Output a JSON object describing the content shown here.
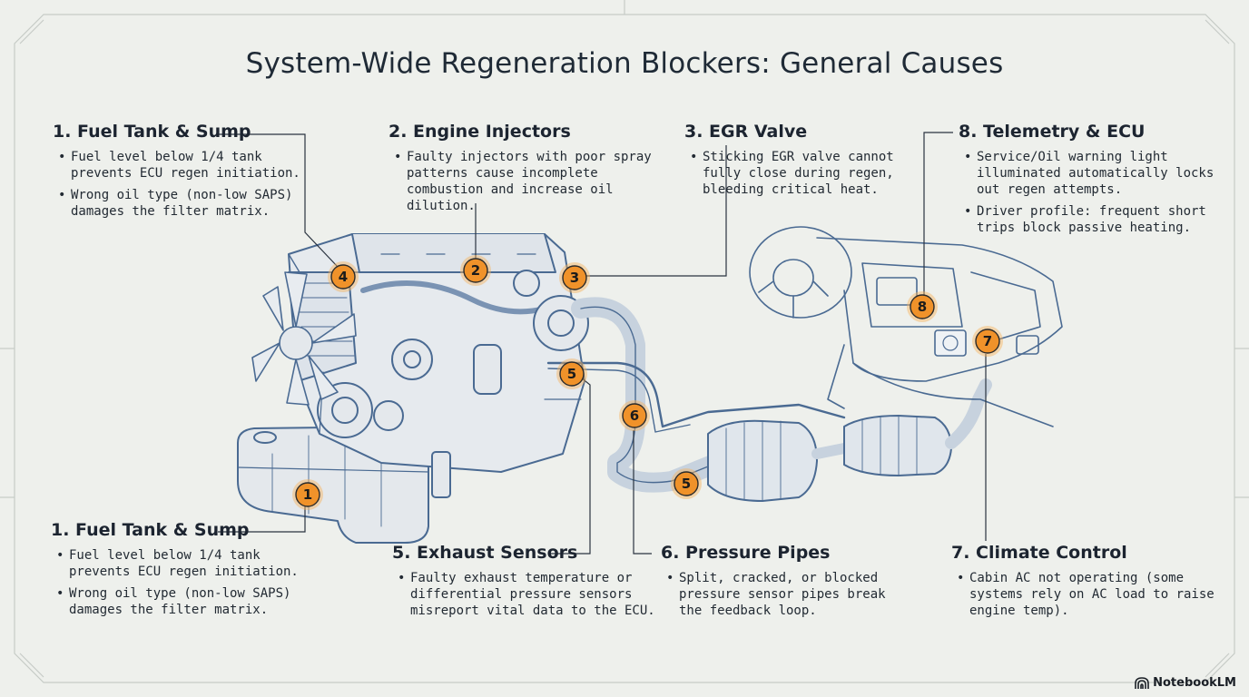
{
  "title": "System-Wide Regeneration Blockers: General Causes",
  "brand": {
    "name": "NotebookLM",
    "icon": "notebooklm-logo-icon"
  },
  "callouts_top": [
    {
      "heading": "1.  Fuel Tank & Sump",
      "bullets": [
        "Fuel level below 1/4 tank prevents ECU regen initiation.",
        "Wrong oil type (non-low SAPS) damages the filter matrix."
      ]
    },
    {
      "heading": "2.  Engine Injectors",
      "bullets": [
        "Faulty injectors with poor spray patterns cause incomplete combustion and increase oil dilution."
      ]
    },
    {
      "heading": "3.  EGR Valve",
      "bullets": [
        "Sticking EGR valve cannot fully close during regen, bleeding critical heat."
      ]
    },
    {
      "heading": "8.  Telemetry & ECU",
      "bullets": [
        "Service/Oil warning light illuminated automatically locks out regen attempts.",
        "Driver profile: frequent short trips block passive heating."
      ]
    }
  ],
  "callouts_bottom": [
    {
      "heading": "1.  Fuel Tank & Sump",
      "bullets": [
        "Fuel level below 1/4 tank prevents ECU regen initiation.",
        "Wrong oil type (non-low SAPS) damages the filter matrix."
      ]
    },
    {
      "heading": "5.  Exhaust Sensors",
      "bullets": [
        "Faulty exhaust temperature or differential pressure sensors misreport vital data to the ECU."
      ]
    },
    {
      "heading": "6.  Pressure Pipes",
      "bullets": [
        "Split, cracked, or blocked pressure sensor pipes break the feedback loop."
      ]
    },
    {
      "heading": "7.  Climate Control",
      "bullets": [
        "Cabin AC not operating (some systems rely on AC load to raise engine temp)."
      ]
    }
  ],
  "markers": [
    "4",
    "2",
    "3",
    "8",
    "7",
    "5",
    "6",
    "5",
    "1"
  ],
  "colors": {
    "marker_fill": "#f0922a",
    "marker_glow": "#f7b25a",
    "line_art": "#4a6a92",
    "leader": "#2a3340",
    "background": "#eef0ec"
  }
}
